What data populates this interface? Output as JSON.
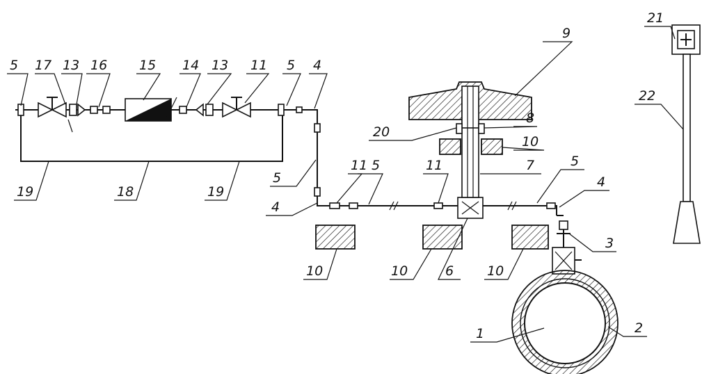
{
  "labels": {
    "l1": "1",
    "l2": "2",
    "l3": "3",
    "l4a": "4",
    "l4b": "4",
    "l4c": "4",
    "l5a": "5",
    "l5b": "5",
    "l5c": "5",
    "l5d": "5",
    "l5e": "5",
    "l6": "6",
    "l7": "7",
    "l8": "8",
    "l9": "9",
    "l10a": "10",
    "l10b": "10",
    "l10c": "10",
    "l10d": "10",
    "l11a": "11",
    "l11b": "11",
    "l11c": "11",
    "l13a": "13",
    "l13b": "13",
    "l14": "14",
    "l15": "15",
    "l16": "16",
    "l17": "17",
    "l18": "18",
    "l19a": "19",
    "l19b": "19",
    "l20": "20",
    "l21": "21",
    "l22": "22"
  }
}
